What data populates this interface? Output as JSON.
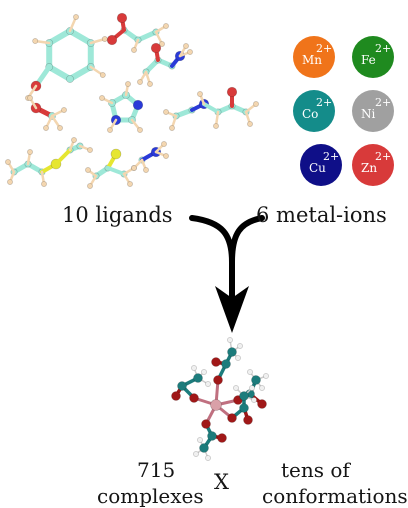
{
  "labels": {
    "ligands": "10 ligands",
    "metals": "6 metal-ions",
    "complex_count": "715",
    "complexes": "complexes",
    "times": "X",
    "tens": "tens of",
    "conformations": "conformations"
  },
  "metal_ions": [
    {
      "symbol": "Mn",
      "charge": "2+",
      "color": "#f0741a"
    },
    {
      "symbol": "Fe",
      "charge": "2+",
      "color": "#1f8a1f"
    },
    {
      "symbol": "Co",
      "charge": "2+",
      "color": "#148c8a"
    },
    {
      "symbol": "Ni",
      "charge": "2+",
      "color": "#a0a0a0"
    },
    {
      "symbol": "Cu",
      "charge": "2+",
      "color": "#0f0f88"
    },
    {
      "symbol": "Zn",
      "charge": "2+",
      "color": "#d83a3a"
    }
  ],
  "atom_colors": {
    "carbon": "#9ee8d8",
    "hydrogen": "#f3d6b0",
    "oxygen": "#d83a3a",
    "nitrogen": "#2a3ad8",
    "sulfur": "#e6e631",
    "complex_carbon": "#1c7c7c",
    "complex_oxygen": "#a01818",
    "complex_hydrogen": "#f0f0f0",
    "metal_center": "#d9a0a8"
  }
}
